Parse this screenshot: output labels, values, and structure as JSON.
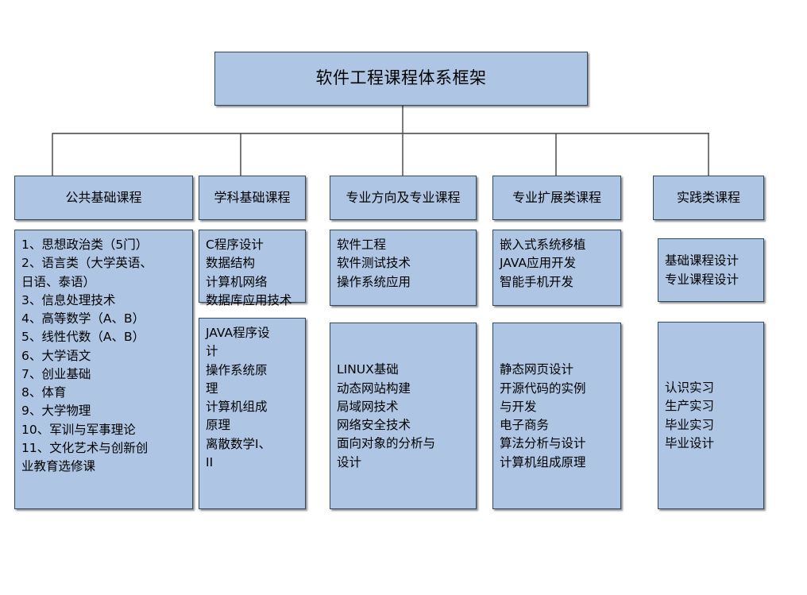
{
  "title": {
    "text": "软件工程课程体系框架"
  },
  "colors": {
    "box_fill": "#aec6e4",
    "box_border": "#41719c",
    "connector": "#404040",
    "text": "#000000",
    "background": "#ffffff"
  },
  "columns": [
    {
      "id": "public-basic",
      "header": "公共基础课程",
      "boxes": [
        {
          "id": "public-basic-courses",
          "lines": [
            "1、思想政治类（5门）",
            "2、语言类（大学英语、",
            "日语、泰语）",
            "3、信息处理技术",
            "4、高等数学（A、B）",
            "5、线性代数（A、B）",
            "6、大学语文",
            "7、创业基础",
            "8、体育",
            "9、大学物理",
            "10、军训与军事理论",
            "11、文化艺术与创新创",
            "业教育选修课"
          ]
        }
      ]
    },
    {
      "id": "discipline-basic",
      "header": "学科基础课程",
      "boxes": [
        {
          "id": "discipline-basic-core",
          "lines": [
            "C程序设计",
            "数据结构",
            "计算机网络",
            "数据库应用技术"
          ]
        },
        {
          "id": "discipline-basic-advanced",
          "lines": [
            "JAVA程序设",
            "计",
            "操作系统原",
            "理",
            "计算机组成",
            "原理",
            "离散数学I、",
            "II"
          ]
        }
      ]
    },
    {
      "id": "major-direction",
      "header": "专业方向及专业课程",
      "boxes": [
        {
          "id": "major-direction-core",
          "lines": [
            "软件工程",
            "软件测试技术",
            "操作系统应用"
          ]
        },
        {
          "id": "major-direction-electives",
          "lines": [
            "LINUX基础",
            "动态网站构建",
            "局域网技术",
            "网络安全技术",
            "面向对象的分析与",
            "设计"
          ]
        }
      ]
    },
    {
      "id": "major-extension",
      "header": "专业扩展类课程",
      "boxes": [
        {
          "id": "major-extension-core",
          "lines": [
            "嵌入式系统移植",
            "JAVA应用开发",
            "智能手机开发"
          ]
        },
        {
          "id": "major-extension-electives",
          "lines": [
            "静态网页设计",
            "开源代码的实例",
            "与开发",
            "电子商务",
            "算法分析与设计",
            "计算机组成原理"
          ]
        }
      ]
    },
    {
      "id": "practice",
      "header": "实践类课程",
      "boxes": [
        {
          "id": "practice-design",
          "lines": [
            "基础课程设计",
            "专业课程设计"
          ]
        },
        {
          "id": "practice-internship",
          "lines": [
            "认识实习",
            "生产实习",
            "毕业实习",
            "毕业设计"
          ]
        }
      ]
    }
  ]
}
